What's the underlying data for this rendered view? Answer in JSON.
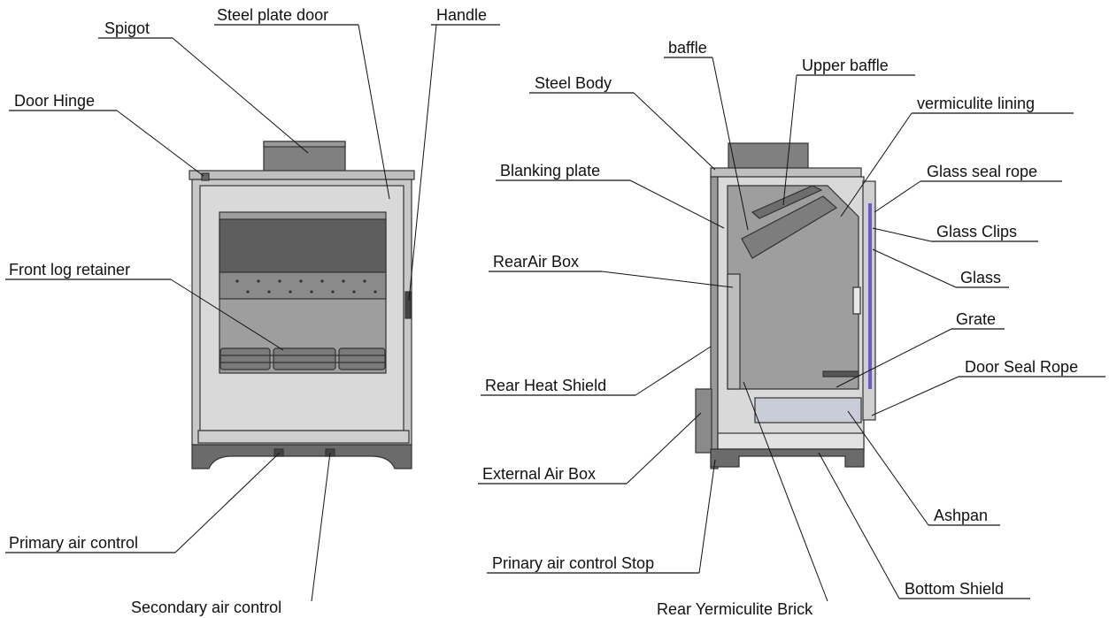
{
  "front_view": {
    "labels": {
      "spigot": "Spigot",
      "steel_plate_door": "Steel plate door",
      "handle": "Handle",
      "door_hinge": "Door Hinge",
      "front_log_retainer": "Front log retainer",
      "primary_air_control": "Primary air control",
      "secondary_air_control": "Secondary air control"
    }
  },
  "side_view": {
    "labels": {
      "baffle": "baffle",
      "upper_baffle": "Upper baffle",
      "steel_body": "Steel Body",
      "vermiculite_lining": "vermiculite lining",
      "blanking_plate": "Blanking plate",
      "glass_seal_rope": "Glass seal rope",
      "glass_clips": "Glass Clips",
      "rearair_box": "RearAir Box",
      "glass": "Glass",
      "grate": "Grate",
      "rear_heat_shield": "Rear Heat Shield",
      "door_seal_rope": "Door Seal Rope",
      "external_air_box": "External Air Box",
      "ashpan": "Ashpan",
      "prinary_air_control_stop": "Prinary air control Stop",
      "bottom_shield": "Bottom Shield",
      "rear_yermiculite_brick": "Rear Yermiculite Brick"
    }
  },
  "colors": {
    "body": "#d9d9d9",
    "dark": "#595959",
    "mid": "#8c8c8c",
    "light": "#bfbfbf",
    "glass": "#6a5acd"
  }
}
